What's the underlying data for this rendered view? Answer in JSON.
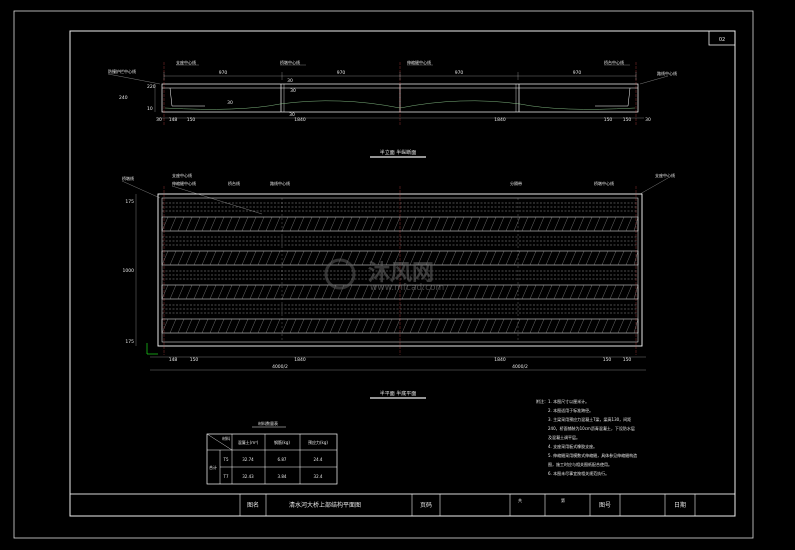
{
  "sheet": {
    "page_number": "02"
  },
  "elevation": {
    "top_labels": [
      "支座中心线",
      "桥墩中心线",
      "伸缩缝中心线",
      "桥台中心线"
    ],
    "left_labels": [
      "防撞护栏中心线",
      "220",
      "240",
      "10"
    ],
    "top_dims": [
      "970",
      "970",
      "970",
      "970"
    ],
    "dim_small": [
      "30",
      "30",
      "30",
      "30"
    ],
    "bottom_dims": [
      "30",
      "148",
      "150",
      "1840",
      "1840",
      "150",
      "150",
      "30"
    ],
    "caption": "半立面  半纵断面"
  },
  "plan": {
    "top_labels": [
      "桥墩线",
      "支座中心线",
      "伸缩缝中心线",
      "桥台线",
      "路线中心线",
      "分隔带",
      "桥墩中心线"
    ],
    "left_dims": [
      "175",
      "1000",
      "175"
    ],
    "bottom_dims": [
      "148",
      "150",
      "1840",
      "1840",
      "150",
      "150"
    ],
    "bottom_half_dims": [
      "4000/2",
      "4000/2"
    ],
    "caption": "半平面  半底平面"
  },
  "table": {
    "title": "材料数量表",
    "headers": [
      "材料",
      "混凝土(m³)",
      "钢筋(kg)",
      "预应力(kg)"
    ],
    "row_group": "合计",
    "rows": [
      {
        "label": "T5",
        "v1": "32.74",
        "v2": "6.87",
        "v3": "24.4"
      },
      {
        "label": "T7",
        "v1": "32.43",
        "v2": "3.84",
        "v3": "32.4"
      }
    ]
  },
  "notes": {
    "heading": "附注：1. 本图尺寸以厘米计。",
    "lines": [
      "2. 本图适用于标准跨径。",
      "3. 主梁采用预应力混凝土T梁，梁高130，间距",
      "   240，桥面铺装为10cm沥青混凝土，下设防水层",
      "   及混凝土调平层。",
      "4. 支座采用板式橡胶支座。",
      "5. 伸缩缝采用模数式伸缩缝，具体参见伸缩缝构造",
      "   图，施工时应与相关图纸配合使用。",
      "6. 本图未尽事宜按相关规范执行。"
    ]
  },
  "title_block": {
    "drawing_label": "图名",
    "drawing_name": "清水河大桥上部结构平面图",
    "sheet_label": "页码",
    "page_a": "共",
    "page_b": "第",
    "figure_label": "图号",
    "date_label": "日期"
  },
  "watermark": {
    "main": "沐风网",
    "sub": "www.mfcad.com"
  }
}
